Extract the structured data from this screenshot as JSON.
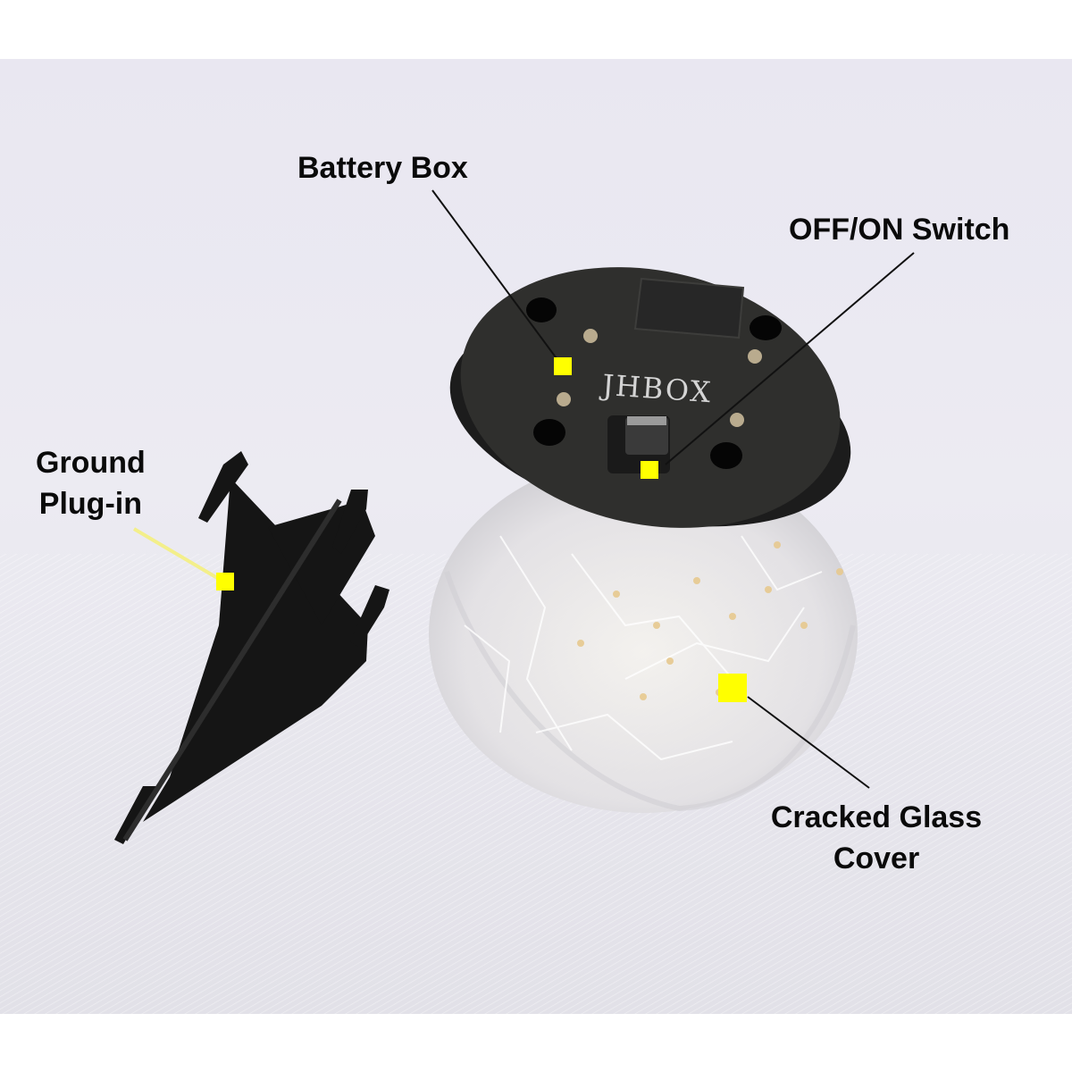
{
  "image": {
    "background_color": "#ffffff",
    "backdrop_color": "#eae8f1",
    "marker_color": "#ffff00",
    "leader_color": "#111111",
    "brand_text": "JHBOX"
  },
  "callouts": [
    {
      "id": "battery-box",
      "label": "Battery Box"
    },
    {
      "id": "switch",
      "label": "OFF/ON Switch"
    },
    {
      "id": "ground-plug",
      "line1": "Ground",
      "line2": "Plug-in"
    },
    {
      "id": "glass-cover",
      "line1": "Cracked Glass",
      "line2": "Cover"
    }
  ]
}
